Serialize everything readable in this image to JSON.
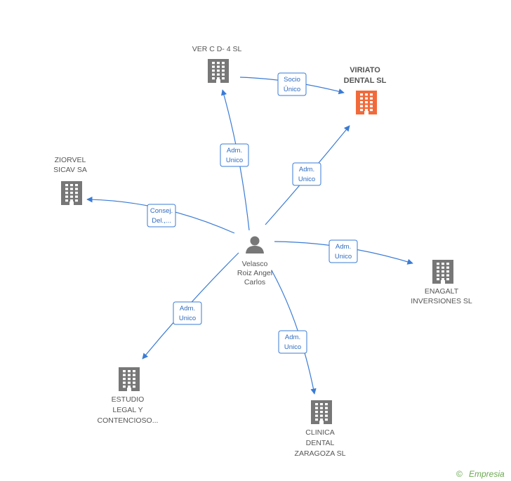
{
  "person": {
    "id": "velasco",
    "lines": [
      "Velasco",
      "Roiz Angel",
      "Carlos"
    ]
  },
  "companies": [
    {
      "id": "ver",
      "lines": [
        "VER C D- 4 SL"
      ],
      "highlight": false
    },
    {
      "id": "viriato",
      "lines": [
        "VIRIATO",
        "DENTAL SL"
      ],
      "highlight": true
    },
    {
      "id": "ziorvel",
      "lines": [
        "ZIORVEL",
        "SICAV SA"
      ],
      "highlight": false
    },
    {
      "id": "enagalt",
      "lines": [
        "ENAGALT",
        "INVERSIONES SL"
      ],
      "highlight": false
    },
    {
      "id": "estudio",
      "lines": [
        "ESTUDIO",
        "LEGAL Y",
        "CONTENCIOSO..."
      ],
      "highlight": false
    },
    {
      "id": "clinica",
      "lines": [
        "CLINICA",
        "DENTAL",
        "ZARAGOZA SL"
      ],
      "highlight": false
    }
  ],
  "relations": [
    {
      "from": "velasco",
      "to": "ver",
      "label": [
        "Adm.",
        "Unico"
      ]
    },
    {
      "from": "ver",
      "to": "viriato",
      "label": [
        "Socio",
        "Único"
      ]
    },
    {
      "from": "velasco",
      "to": "viriato",
      "label": [
        "Adm.",
        "Unico"
      ]
    },
    {
      "from": "velasco",
      "to": "ziorvel",
      "label": [
        "Consej.",
        "Del.,..."
      ]
    },
    {
      "from": "velasco",
      "to": "enagalt",
      "label": [
        "Adm.",
        "Unico"
      ]
    },
    {
      "from": "velasco",
      "to": "estudio",
      "label": [
        "Adm.",
        "Unico"
      ]
    },
    {
      "from": "velasco",
      "to": "clinica",
      "label": [
        "Adm.",
        "Unico"
      ]
    }
  ],
  "footer": {
    "copyright_symbol": "©",
    "brand": "Empresia"
  },
  "colors": {
    "edge": "#3a7bd5",
    "node_icon": "#777777",
    "highlight_icon": "#f26a3a",
    "brand": "#6aa84f"
  }
}
